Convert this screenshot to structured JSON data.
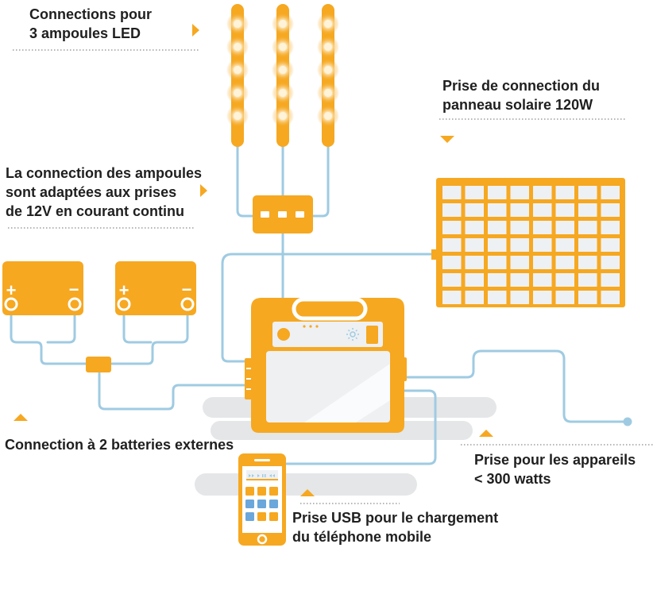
{
  "colors": {
    "orange": "#F6A821",
    "orange_dark": "#E8961A",
    "cable": "#9FCBE2",
    "panel_cell": "#EEF1F4",
    "shadow": "#E4E6E8",
    "text": "#1F1F1F"
  },
  "labels": {
    "led": [
      "Connections pour",
      "3 ampoules LED"
    ],
    "bulbs_12v": [
      "La connection des ampoules",
      "sont adaptées aux prises",
      "de 12V en courant continu"
    ],
    "solar": [
      "Prise de connection du",
      "panneau solaire 120W"
    ],
    "batteries": [
      "Connection à 2 batteries externes"
    ],
    "appliances": [
      "Prise pour les appareils",
      "< 300 watts"
    ],
    "usb": [
      "Prise USB pour le chargement",
      "du téléphone mobile"
    ]
  },
  "battery_terminals": {
    "positive": "+",
    "negative": "−"
  },
  "icons": [
    "led-strip-icon",
    "junction-box-icon",
    "solar-panel-icon",
    "battery-icon",
    "power-station-icon",
    "smartphone-icon",
    "triangle-pointer-icon"
  ]
}
